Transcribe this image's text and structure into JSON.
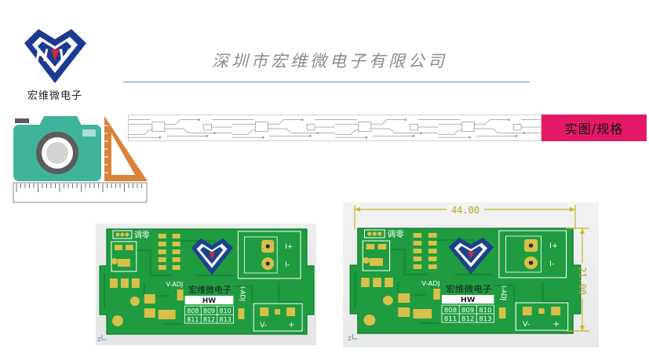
{
  "brand": {
    "logo_icon": "hv-logo-icon",
    "logo_text": "宏维微电子"
  },
  "header": {
    "company_name": "深圳市宏维微电子有限公司"
  },
  "banner": {
    "pattern_icon": "circuit-pattern-icon",
    "tab_label": "实图/规格"
  },
  "section_icon": {
    "camera": "camera-icon",
    "set_square": "set-square-icon",
    "ruler": "ruler-icon"
  },
  "pcb": {
    "pot_label": "调零",
    "v_adj": "V-ADJ",
    "i_adj": "I-ADJ",
    "model": "HW",
    "codes_row1": [
      "808",
      "809",
      "810"
    ],
    "codes_row2": [
      "811",
      "812",
      "813"
    ],
    "terminal_top": [
      "I+",
      "I-"
    ],
    "terminal_bottom": [
      "V-",
      "+"
    ],
    "watermark": "宏维微电子",
    "axis": "Z"
  },
  "dimensions": {
    "width_label": "44.00",
    "height_label": "21.00"
  },
  "colors": {
    "accent_pink": "#e5196a",
    "brand_blue": "#1d3a93",
    "brand_red": "#d9272e",
    "camera_teal": "#40b39b",
    "set_square_orange": "#d9843a",
    "pcb_green": "#1f9c40",
    "pad_gold": "#d8c04a",
    "dimension_gold": "#c9b52c",
    "divider_blue": "#5b8fcf"
  }
}
